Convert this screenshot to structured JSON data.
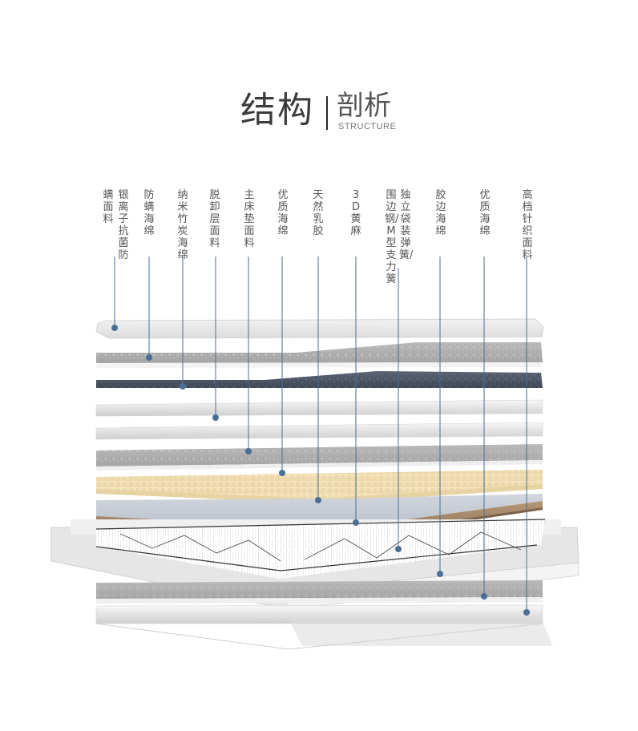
{
  "title": {
    "main": "结构",
    "sub": "剖析",
    "english": "STRUCTURE"
  },
  "layers": [
    {
      "id": "l1",
      "col1": "银离子抗菌防",
      "col2": "螨面料"
    },
    {
      "id": "l2",
      "col1": "防螨海绵"
    },
    {
      "id": "l3",
      "col1": "纳米竹炭海绵"
    },
    {
      "id": "l4",
      "col1": "脱卸层面料"
    },
    {
      "id": "l5",
      "col1": "主床垫面料"
    },
    {
      "id": "l6",
      "col1": "优质海绵"
    },
    {
      "id": "l7",
      "col1": "天然乳胶"
    },
    {
      "id": "l8",
      "col1": "3D黄麻"
    },
    {
      "id": "l9",
      "col1": "独立袋装弹簧/",
      "col2": "围边钢/M型支力簧"
    },
    {
      "id": "l10",
      "col1": "胶边海绵"
    },
    {
      "id": "l11",
      "col1": "优质海绵"
    },
    {
      "id": "l12",
      "col1": "高档针织面料"
    }
  ],
  "colors": {
    "leader": "#4a6f96",
    "dot": "#4a6f96",
    "text": "#555555",
    "charcoal": "#4a5566",
    "latex": "#f3e3bd",
    "jute": "#a68766"
  }
}
